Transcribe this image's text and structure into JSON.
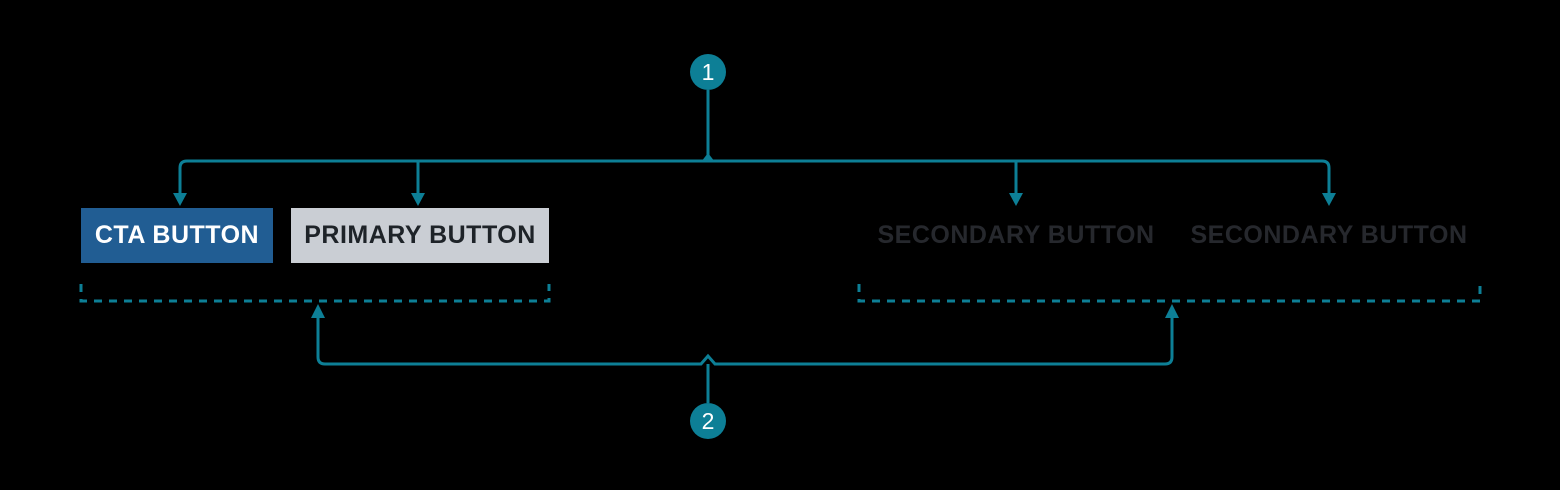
{
  "diagram": {
    "callouts": [
      {
        "number": "1"
      },
      {
        "number": "2"
      }
    ],
    "buttons": [
      {
        "label": "CTA BUTTON",
        "variant": "cta"
      },
      {
        "label": "PRIMARY BUTTON",
        "variant": "primary"
      },
      {
        "label": "SECONDARY BUTTON",
        "variant": "secondary"
      },
      {
        "label": "SECONDARY BUTTON",
        "variant": "secondary"
      }
    ]
  },
  "colors": {
    "background": "#000000",
    "accent_teal": "#0d7f96",
    "cta_bg": "#215d93",
    "cta_text": "#ffffff",
    "primary_bg": "#caced4",
    "primary_text": "#1e2328",
    "secondary_text": "#26282d",
    "marker_text": "#ffffff"
  }
}
